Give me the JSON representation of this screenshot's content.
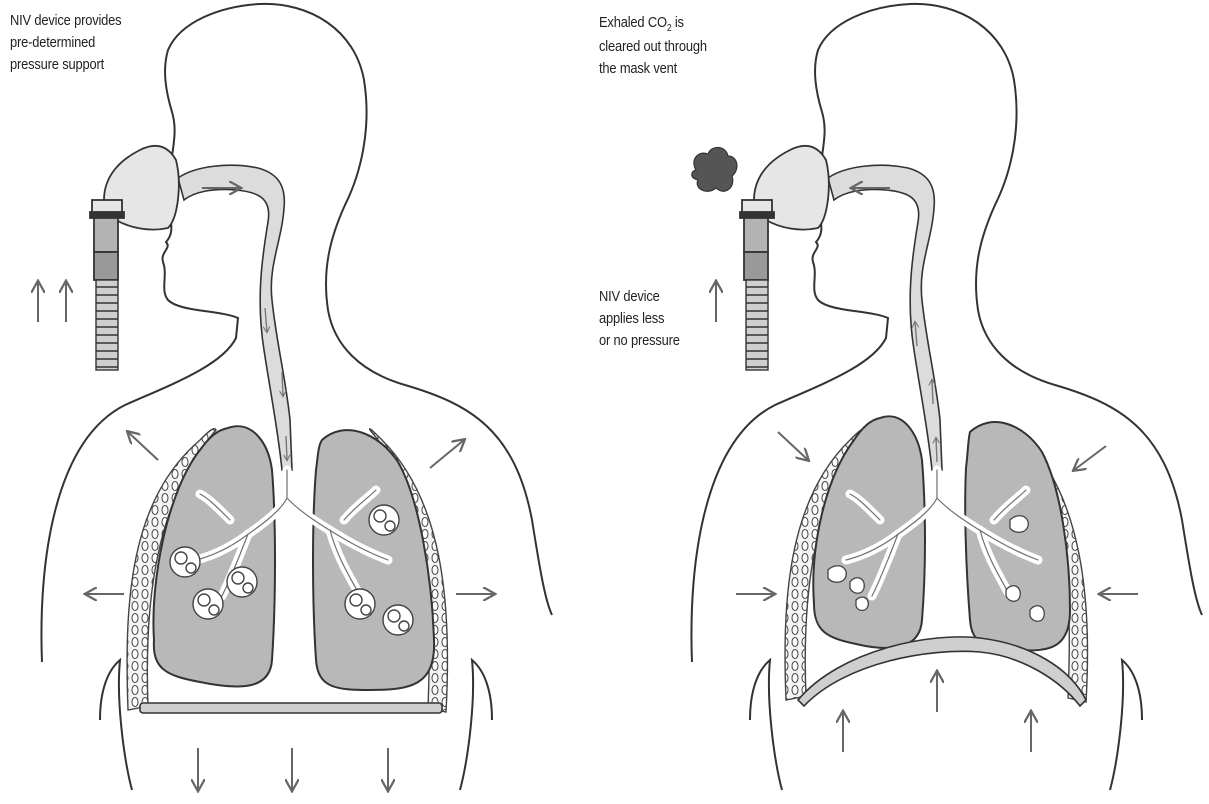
{
  "inhalation_panel": {
    "caption_lines": [
      "NIV device provides",
      "pre-determined",
      "pressure support"
    ]
  },
  "exhalation_panel": {
    "caption_top_prefix": "Exhaled CO",
    "caption_top_subscript": "2",
    "caption_top_suffix": " is",
    "caption_top_lines": [
      "cleared out through",
      "the mask vent"
    ],
    "caption_mid_lines": [
      "NIV device",
      "applies less",
      "or no pressure"
    ]
  },
  "colors": {
    "outline": "#333333",
    "lung_fill": "#b8b8b8",
    "airway_fill": "#dcdcdc",
    "arrow": "#666666",
    "exhaled_gas": "#555555"
  }
}
